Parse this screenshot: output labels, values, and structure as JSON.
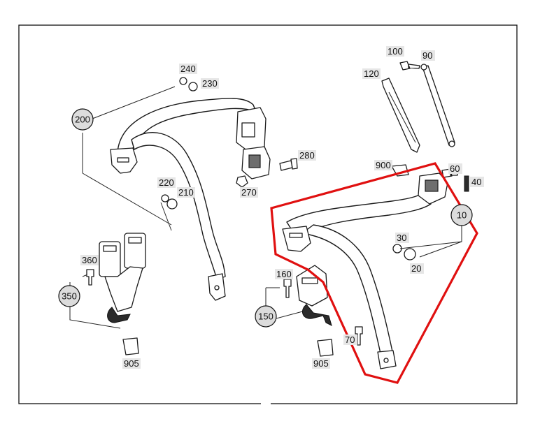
{
  "diagram": {
    "group_labels": {
      "g200": "200",
      "g350": "350",
      "g150": "150",
      "g10": "10"
    },
    "part_labels": {
      "p240": "240",
      "p230": "230",
      "p280": "280",
      "p270": "270",
      "p220": "220",
      "p210": "210",
      "p360": "360",
      "p905a": "905",
      "p100": "100",
      "p90": "90",
      "p120": "120",
      "p900": "900",
      "p60": "60",
      "p40": "40",
      "p30": "30",
      "p20": "20",
      "p160": "160",
      "p70": "70",
      "p905b": "905"
    },
    "colors": {
      "highlight": "#e01010",
      "label_bg": "#e6e6e6",
      "callout_circle": "#dcdcdc",
      "line": "#1a1a1a"
    }
  }
}
